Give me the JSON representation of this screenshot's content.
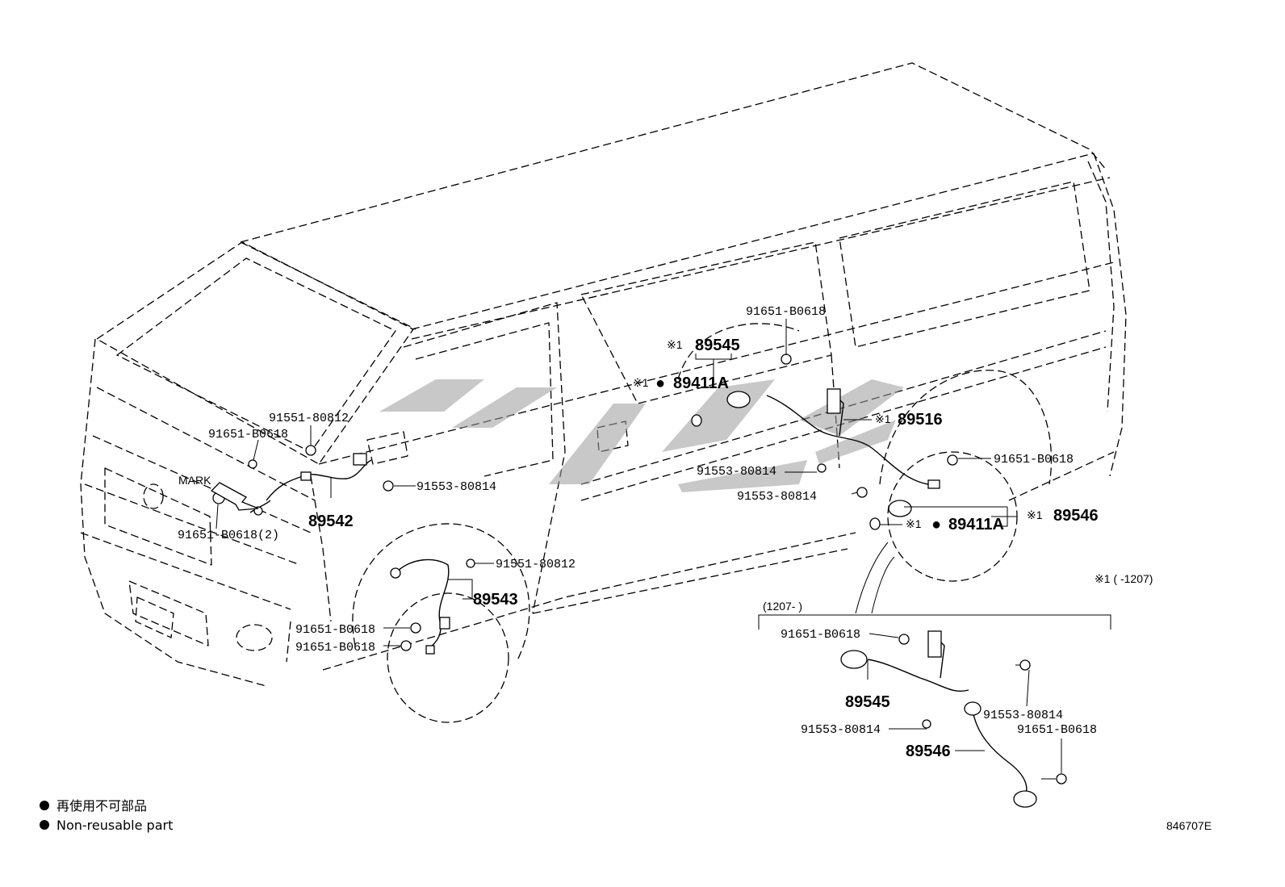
{
  "watermark": "",
  "mark_label": "MARK",
  "parts": {
    "p89545_top": "89545",
    "p89411A_top": "89411A",
    "p89516": "89516",
    "p89542": "89542",
    "p89543": "89543",
    "p89546_right": "89546",
    "p89411A_right": "89411A",
    "p89545_inset": "89545",
    "p89546_inset": "89546",
    "b91651_top": "91651-B0618",
    "b91651_left": "91651-B0618",
    "b91551_left": "91551-80812",
    "b91553_front": "91553-80814",
    "b91651_mark": "91651-B0618(2)",
    "b91551_mid": "91551-80812",
    "b91651_front_a": "91651-B0618",
    "b91651_front_b": "91651-B0618",
    "b91553_mid_a": "91553-80814",
    "b91553_mid_b": "91553-80814",
    "b91651_rear": "91651-B0618",
    "b91651_inset_top": "91651-B0618",
    "b91553_inset_right": "91553-80814",
    "b91553_inset_left": "91553-80814",
    "b91651_inset_right": "91651-B0618"
  },
  "markers": {
    "ref1": "※1",
    "dot": "●"
  },
  "note_range_top": "※1 (      -1207)",
  "note_range_inset": "(1207-      )",
  "legend": {
    "jp": "再使用不可部品",
    "en": "Non-reusable part"
  },
  "diagram_id": "846707E"
}
